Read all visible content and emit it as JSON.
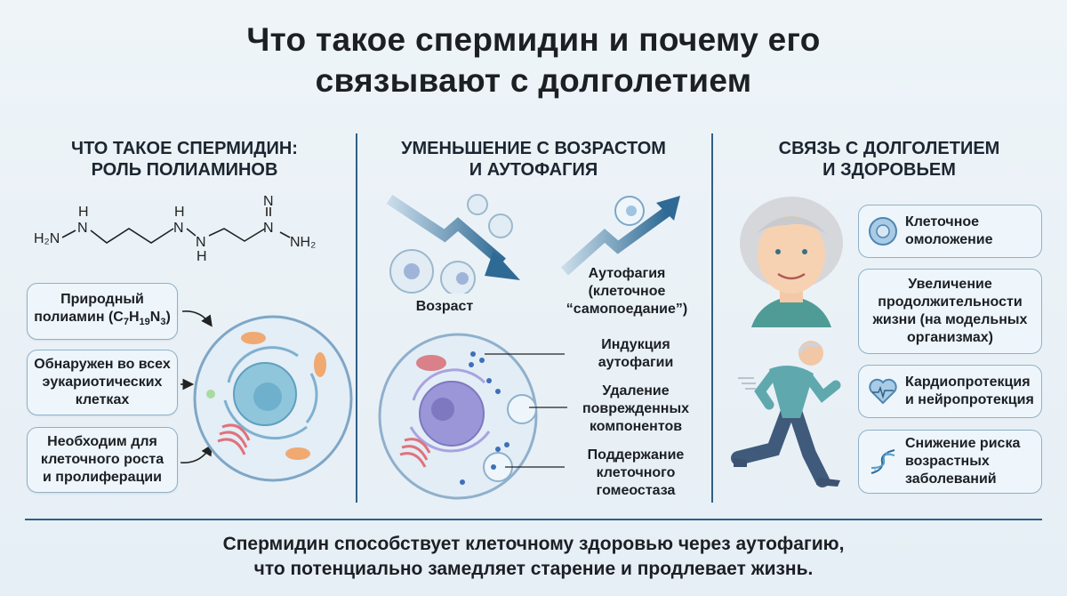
{
  "title": "Что такое спермидин и почему его\nсвязывают с долголетием",
  "sections": [
    {
      "heading": "ЧТО ТАКОЕ СПЕРМИДИН:\nРОЛЬ ПОЛИАМИНОВ",
      "structure_labels": [
        "H₂N",
        "N",
        "H",
        "N",
        "H",
        "N",
        "H",
        "N",
        "N",
        "NH₂"
      ],
      "boxes": [
        {
          "text_prefix": "Природный\nполиамин (C",
          "sub1": "7",
          "h": "H",
          "sub2": "19",
          "n": "N",
          "sub3": "3",
          "close": ")"
        },
        {
          "text": "Обнаружен во всех\nэукариотических\nклетках"
        },
        {
          "text": "Необходим для\nклеточного роста\nи пролиферации"
        }
      ]
    },
    {
      "heading": "УМЕНЬШЕНИЕ С ВОЗРАСТОМ\nИ АУТОФАГИЯ",
      "age_label": "Возраст",
      "autophagy_label": "Аутофагия\n(клеточное\n“самопоедание”)",
      "cell_labels": [
        "Индукция\nаутофагии",
        "Удаление\nповрежденных\nкомпонентов",
        "Поддержание\nклеточного\nгомеостаза"
      ]
    },
    {
      "heading": "СВЯЗЬ С ДОЛГОЛЕТИЕМ\nИ ЗДОРОВЬЕМ",
      "items": [
        {
          "icon": "cell-icon",
          "text": "Клеточное\nомоложение"
        },
        {
          "icon": "",
          "text": "Увеличение\nпродолжительности\nжизни (на модельных\nорганизмах)"
        },
        {
          "icon": "heart-pulse-icon",
          "text": "Кардиопротекция\nи нейропротекция"
        },
        {
          "icon": "dna-icon",
          "text": "Снижение риска\nвозрастных\nзаболеваний"
        }
      ]
    }
  ],
  "footer": "Спермидин способствует клеточному здоровью через аутофагию,\nчто потенциально замедляет старение и продлевает жизнь.",
  "colors": {
    "accent": "#2f5f86",
    "box_border": "#8fb0c8",
    "background": "#eaf2f7"
  }
}
